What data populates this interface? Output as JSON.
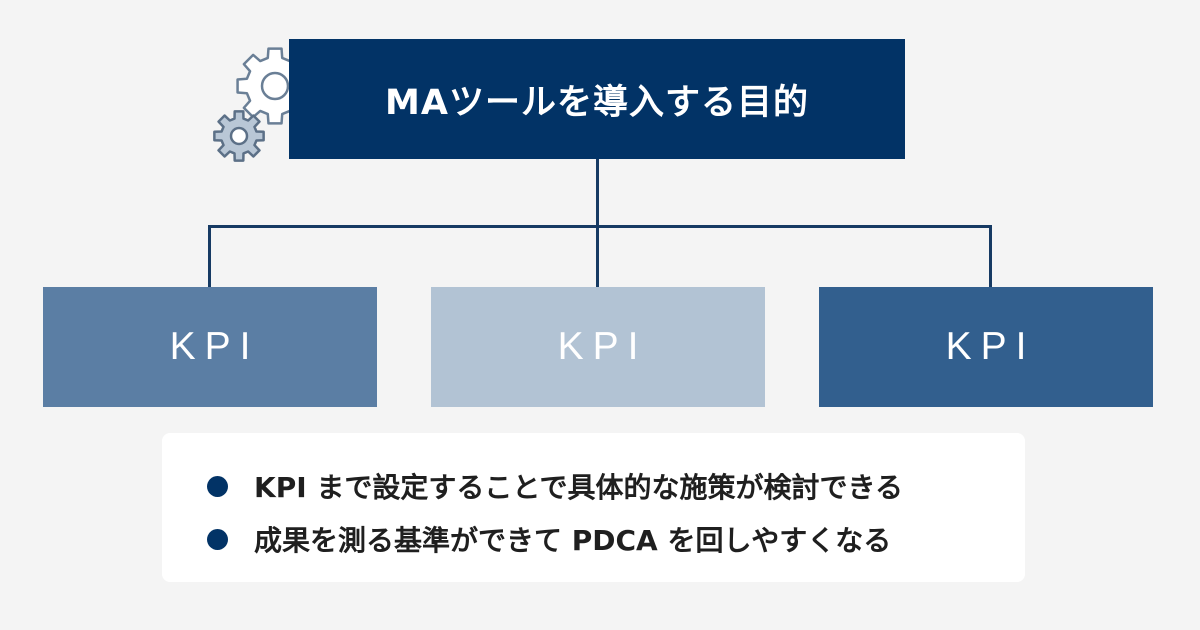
{
  "diagram": {
    "title": "MAツールを導入する目的",
    "kpi_boxes": [
      {
        "label": "KPI",
        "color": "#5b7ea4"
      },
      {
        "label": "KPI",
        "color": "#b2c3d4"
      },
      {
        "label": "KPI",
        "color": "#325f8e"
      }
    ],
    "notes": [
      "KPI まで設定することで具体的な施策が検討できる",
      "成果を測る基準ができて PDCA を回しやすくなる"
    ]
  },
  "colors": {
    "title_box": "#023366",
    "connector": "#163a63",
    "bullet": "#023366",
    "background": "#f4f4f4",
    "panel": "#ffffff"
  },
  "icons": {
    "large_gear": "gear-icon",
    "small_gear": "gear-icon"
  }
}
